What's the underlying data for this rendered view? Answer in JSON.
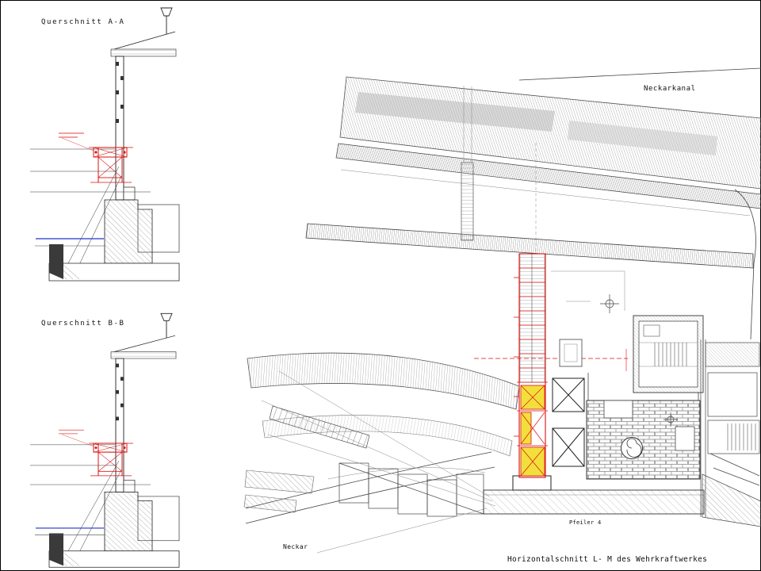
{
  "drawing": {
    "sections": {
      "a": {
        "title": "Querschnitt A-A"
      },
      "b": {
        "title": "Querschnitt B-B"
      }
    },
    "plan": {
      "title": "Horizontalschnitt L- M des Wehrkraftwerkes",
      "label_canal": "Neckarkanal",
      "label_river": "Neckar",
      "label_pier": "Pfeiler 4"
    },
    "colors": {
      "highlight_red": "#dd1111",
      "water_blue": "#2233cc",
      "equipment_yellow": "#f2df3c",
      "hatch_gray": "#777777",
      "line_black": "#222222"
    }
  }
}
